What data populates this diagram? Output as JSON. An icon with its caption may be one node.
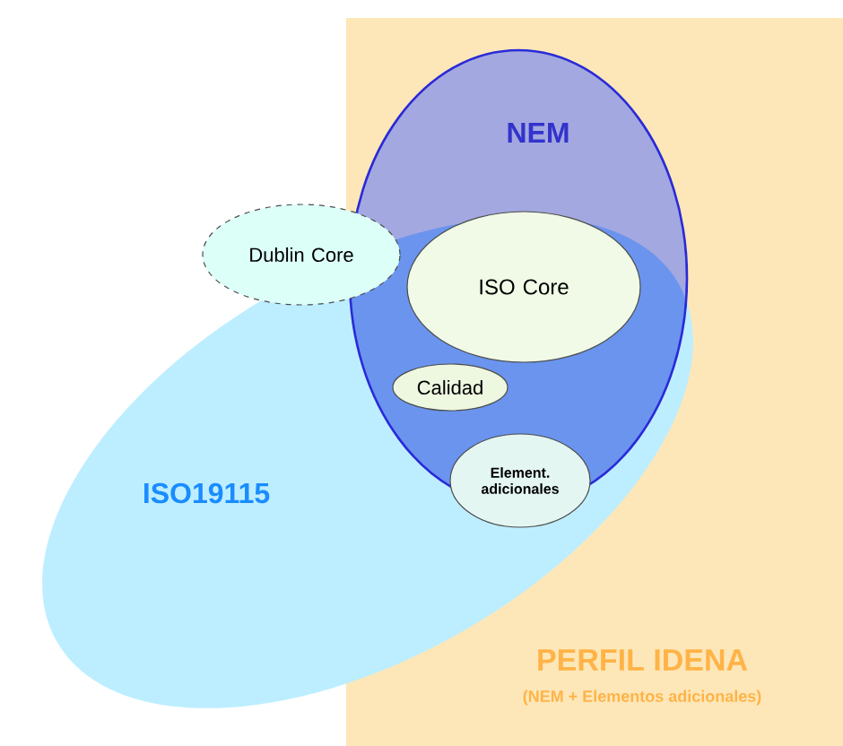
{
  "diagram": {
    "nodes": [
      {
        "text": [
          "PERFIL IDENA",
          "(NEM + Elementos adicionales)"
        ]
      },
      {
        "text": [
          "ISO19115"
        ]
      },
      {
        "text": [
          "NEM"
        ],
        "in": 0
      },
      {
        "text": [
          "Dublin Core"
        ]
      },
      {
        "text": [
          "ISO Core"
        ]
      },
      {
        "text": [
          "Calidad"
        ]
      },
      {
        "text": [
          "Element. adicionales"
        ]
      }
    ]
  }
}
